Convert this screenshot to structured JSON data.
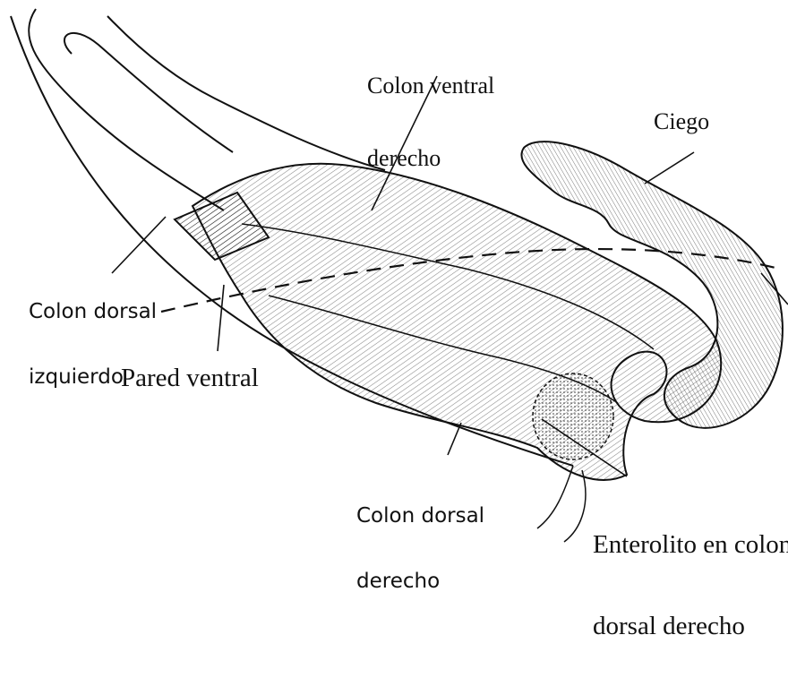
{
  "labels": {
    "colon_ventral_derecho": [
      "Colon ventral",
      "derecho"
    ],
    "ciego": "Ciego",
    "colon_dorsal_izquierdo": [
      "Colon dorsal",
      "izquierdo"
    ],
    "pared_ventral": "Pared ventral",
    "colon_dorsal_derecho": [
      "Colon dorsal",
      "derecho"
    ],
    "enterolito": [
      "Enterolito en colon",
      "dorsal derecho"
    ]
  },
  "colors": {
    "ink": "#111111",
    "background": "#ffffff"
  }
}
